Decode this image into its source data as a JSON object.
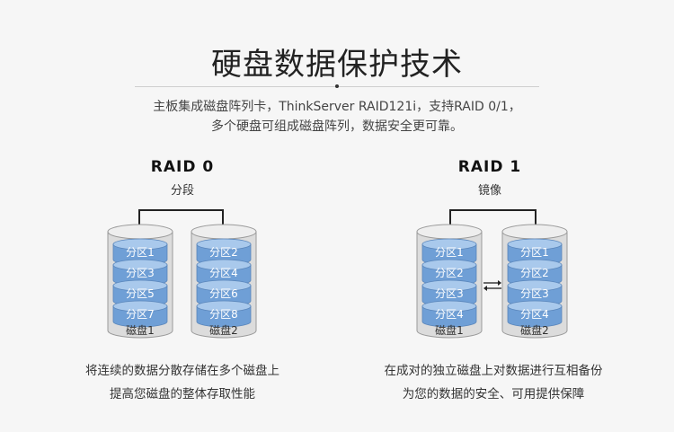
{
  "title": "硬盘数据保护技术",
  "intro": {
    "line1": "主板集成磁盘阵列卡，ThinkServer RAID121i，支持RAID 0/1，",
    "line2": "多个硬盘可组成磁盘阵列，数据安全更可靠。"
  },
  "raid0": {
    "title": "RAID 0",
    "subtitle": "分段",
    "disk1": {
      "segments": [
        "分区1",
        "分区3",
        "分区5",
        "分区7"
      ],
      "label": "磁盘1"
    },
    "disk2": {
      "segments": [
        "分区2",
        "分区4",
        "分区6",
        "分区8"
      ],
      "label": "磁盘2"
    },
    "desc_line1": "将连续的数据分散存储在多个磁盘上",
    "desc_line2": "提高您磁盘的整体存取性能"
  },
  "raid1": {
    "title": "RAID 1",
    "subtitle": "镜像",
    "disk1": {
      "segments": [
        "分区1",
        "分区2",
        "分区3",
        "分区4"
      ],
      "label": "磁盘1"
    },
    "disk2": {
      "segments": [
        "分区1",
        "分区2",
        "分区3",
        "分区4"
      ],
      "label": "磁盘2"
    },
    "desc_line1": "在成对的独立磁盘上对数据进行互相备份",
    "desc_line2": "为您的数据的安全、可用提供保障"
  },
  "colors": {
    "segment": "#6f9fd6",
    "segment_top": "#a9c9ec",
    "disk_body": "#dcdcdc",
    "disk_edge": "#9a9a9a",
    "connector": "#222222"
  }
}
